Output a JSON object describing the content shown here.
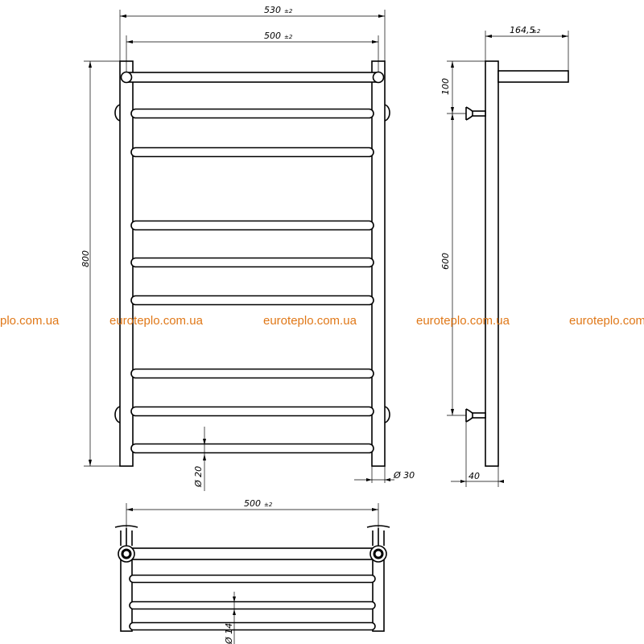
{
  "watermark": {
    "text": "euroteplo.com.ua",
    "text_cut": "plo.com.ua",
    "color": "#e07818"
  },
  "dimensions": {
    "overall_width": "530",
    "overall_width_tol": "±2",
    "axis_width_front": "500",
    "axis_width_front_tol": "±2",
    "height": "800",
    "depth": "164,5",
    "depth_tol": "±2",
    "top_offset": "100",
    "mount_distance": "600",
    "wall_gap": "40",
    "pipe_diameter": "Ø 30",
    "rung_diameter": "Ø 20",
    "axis_width_top": "500",
    "axis_width_top_tol": "±2",
    "shelf_rung_diameter": "Ø 14"
  },
  "colors": {
    "line": "#000000",
    "background": "#ffffff"
  }
}
